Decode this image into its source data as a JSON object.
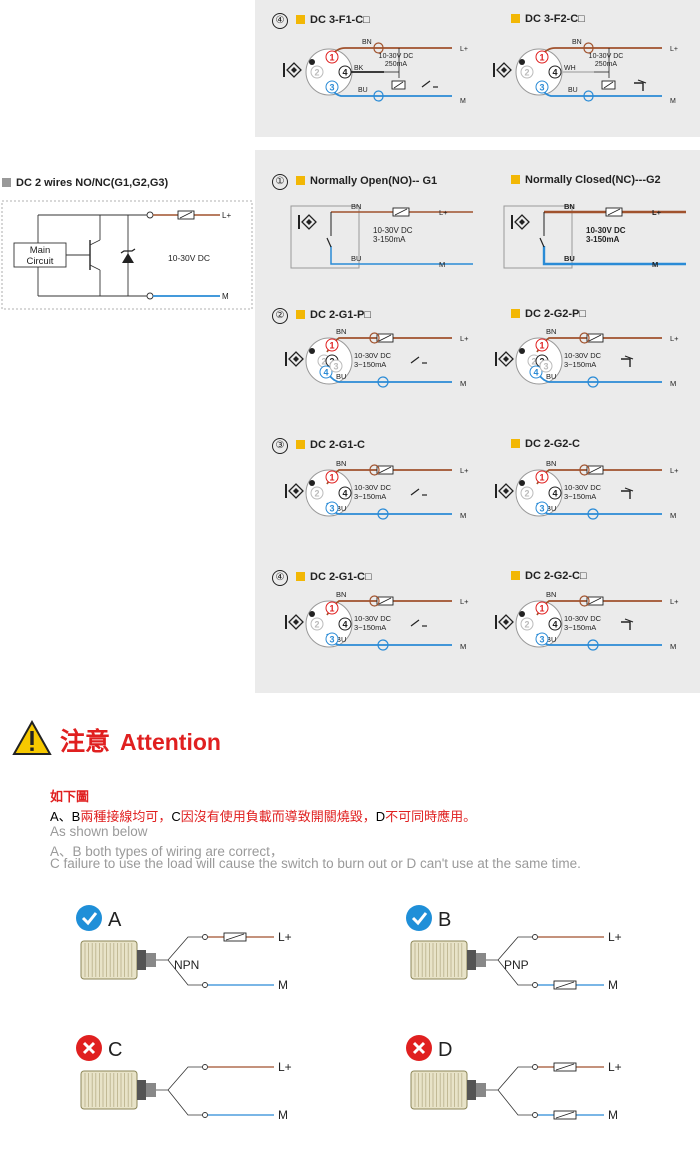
{
  "top_panel": {
    "left": {
      "num": "④",
      "title": "DC 3-F1-C□",
      "bn": "BN",
      "bk": "BK",
      "bu": "BU",
      "lplus": "L+",
      "m": "M",
      "voltage": "10-30V DC",
      "current": "250mA",
      "pins": [
        "1",
        "2",
        "4",
        "3"
      ]
    },
    "right": {
      "title": "DC 3-F2-C□",
      "bn": "BN",
      "wh": "WH",
      "bu": "BU",
      "lplus": "L+",
      "m": "M",
      "voltage": "10-30V DC",
      "current": "250mA",
      "pins": [
        "1",
        "2",
        "4",
        "3"
      ]
    }
  },
  "dc2_panel": {
    "header": "DC 2 wires NO/NC(G1,G2,G3)",
    "main_circuit": [
      "Main",
      "Circuit"
    ],
    "voltage": "10-30V DC",
    "lplus": "L+",
    "m": "M"
  },
  "main_panel": {
    "rows": [
      {
        "num": "①",
        "left_title": "Normally Open(NO)-- G1",
        "right_title": "Normally Closed(NC)---G2",
        "kind": "box"
      },
      {
        "num": "②",
        "left_title": "DC 2-G1-P□",
        "right_title": "DC 2-G2-P□",
        "kind": "p"
      },
      {
        "num": "③",
        "left_title": "DC 2-G1-C",
        "right_title": "DC 2-G2-C",
        "kind": "c"
      },
      {
        "num": "④",
        "left_title": "DC 2-G1-C□",
        "right_title": "DC 2-G2-C□",
        "kind": "c"
      }
    ],
    "bn": "BN",
    "bu": "BU",
    "lplus": "L+",
    "m": "M",
    "voltage": "10-30V DC",
    "current_range": "3~150mA",
    "current_range_box": "3-150mA"
  },
  "attention": {
    "title_zh": "注意",
    "title_en": "Attention",
    "line_zh_1": "如下圖",
    "line_zh_2_prefix": "A、B",
    "line_zh_2_red1": "兩種接線均可，",
    "line_zh_2_c": "C",
    "line_zh_2_red2": "因沒有使用負載而導致開關燒毀，",
    "line_zh_2_d": "D",
    "line_zh_2_red3": "不可同時應用。",
    "line_en_1": "As shown below",
    "line_en_2": "A、B both types of wiring are correct，",
    "line_en_3": "C failure to use the load will cause the switch to burn out or D can't use at the same time."
  },
  "examples": [
    {
      "letter": "A",
      "status": "correct",
      "label": "NPN",
      "lplus": "L+",
      "m": "M"
    },
    {
      "letter": "B",
      "status": "correct",
      "label": "PNP",
      "lplus": "L+",
      "m": "M"
    },
    {
      "letter": "C",
      "status": "wrong",
      "label": "",
      "lplus": "L+",
      "m": "M"
    },
    {
      "letter": "D",
      "status": "wrong",
      "label": "",
      "lplus": "L+",
      "m": "M"
    }
  ],
  "colors": {
    "brown": "#a0522d",
    "blue": "#2a8bd6",
    "red": "#e02020",
    "check": "#1f8fd8",
    "panel": "#ebebeb"
  }
}
